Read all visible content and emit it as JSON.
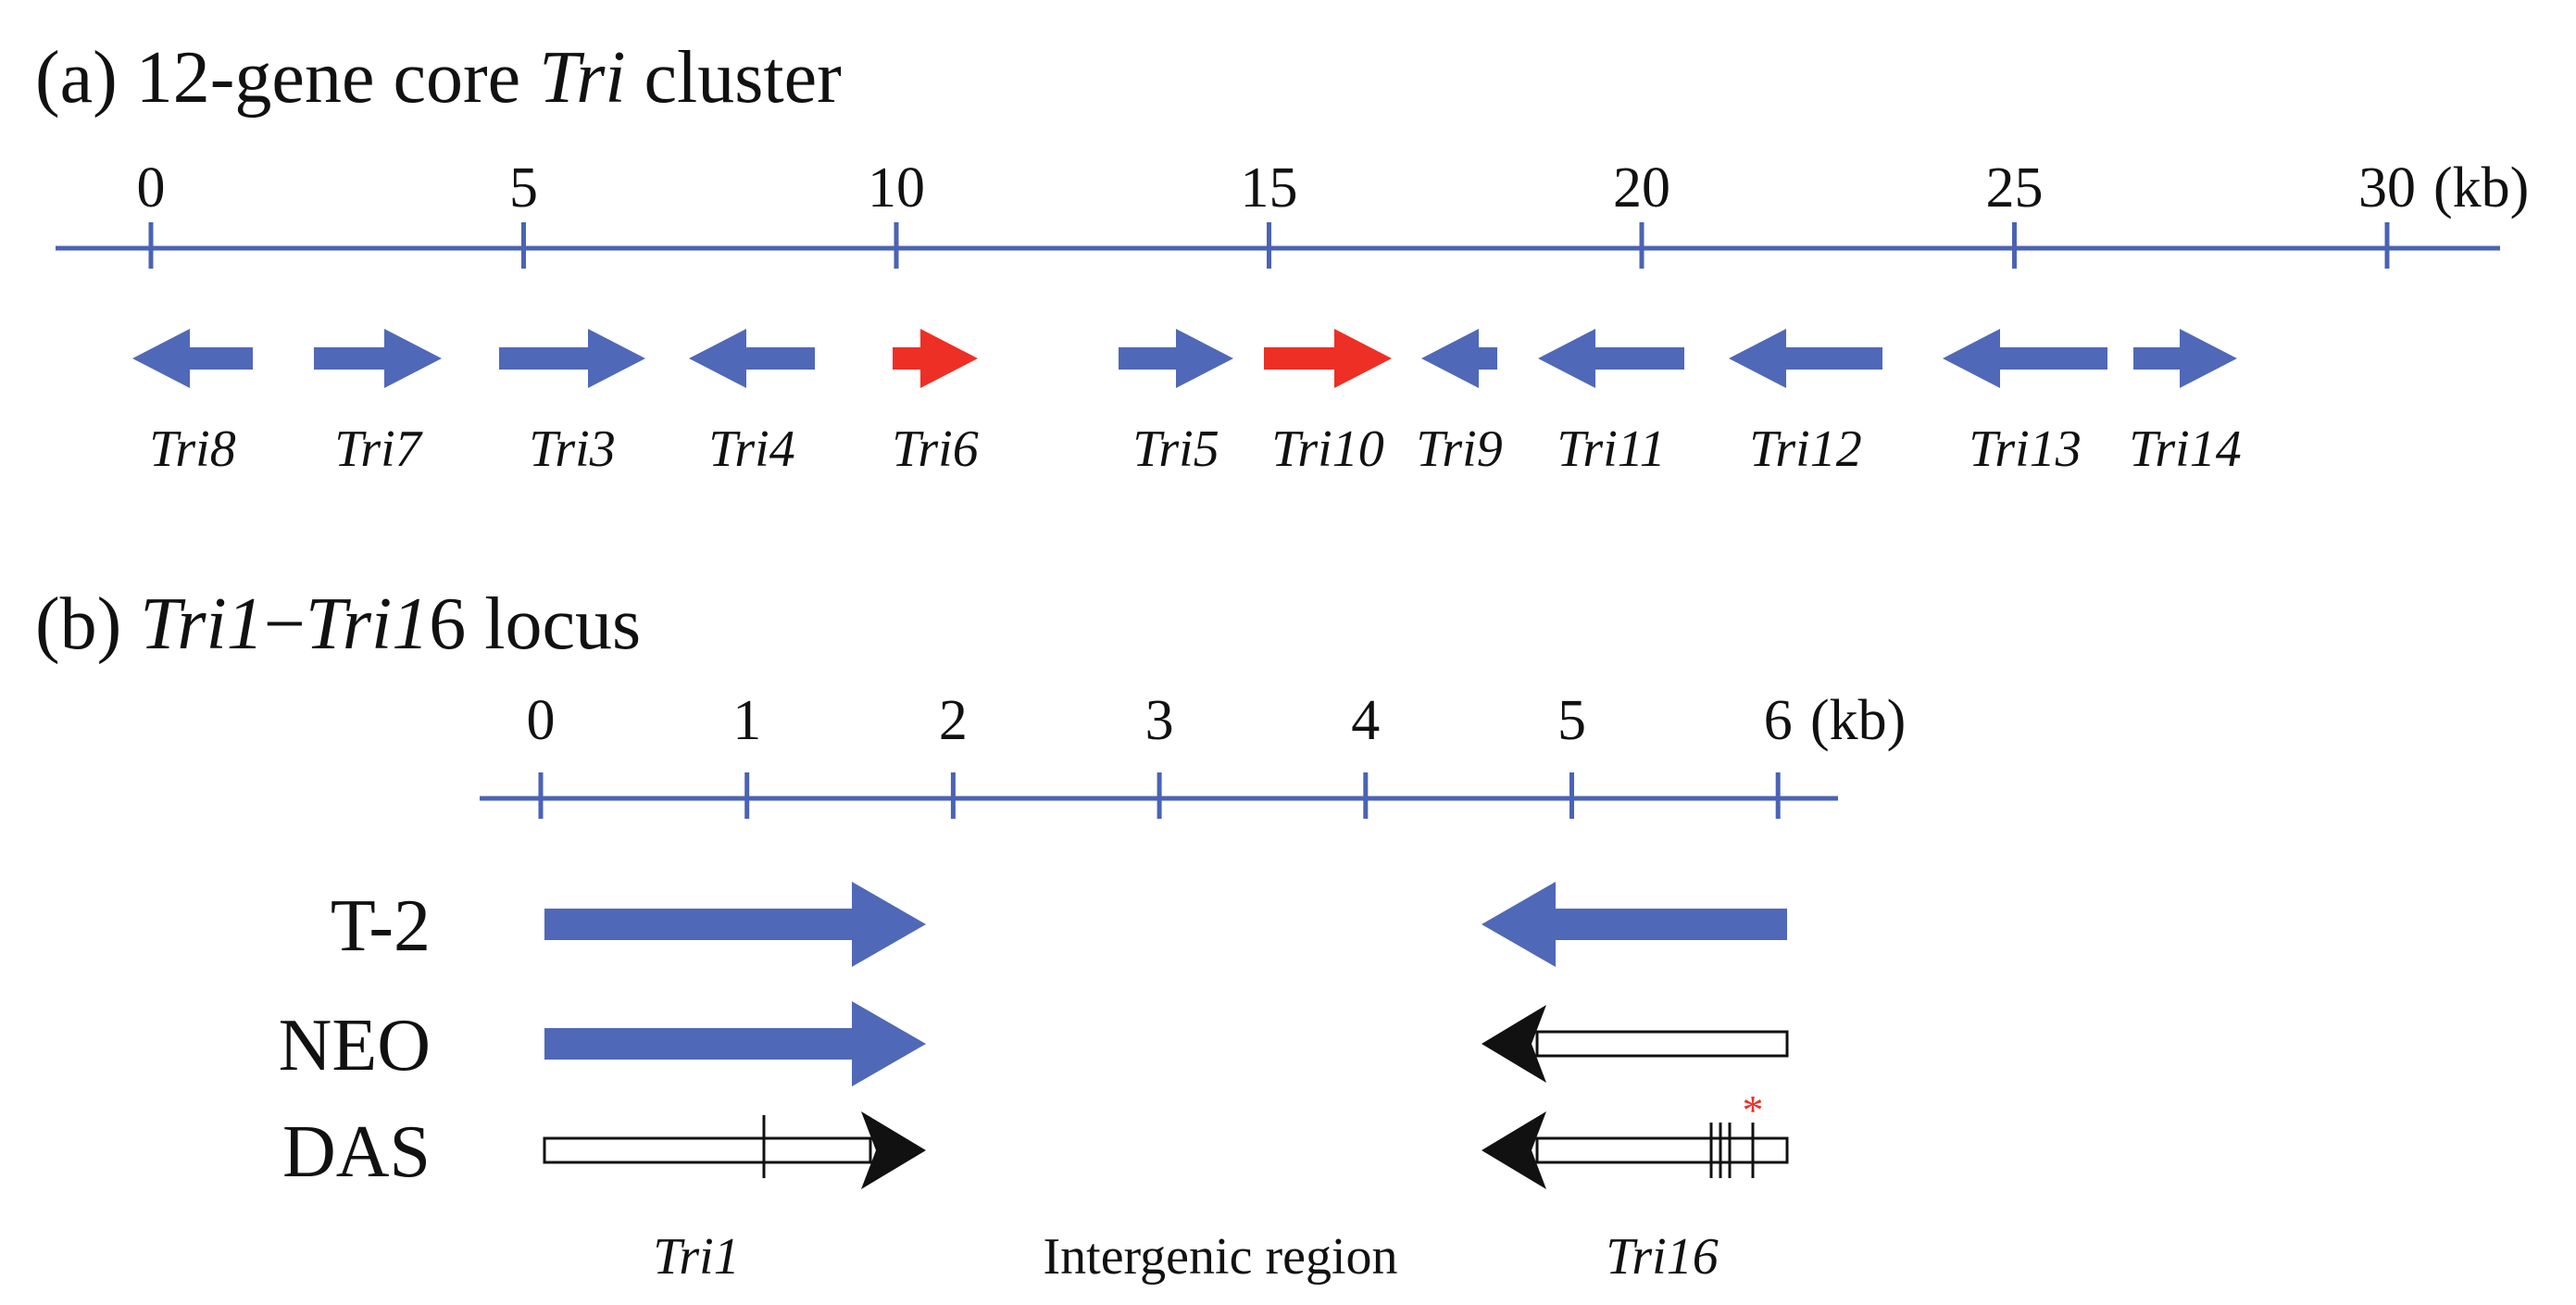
{
  "colors": {
    "axis": "#4a63b5",
    "gene": "#5068b8",
    "regulatory": "#ee2f25",
    "text": "#111111",
    "outline": "#111111",
    "mutation": "#ee2f25"
  },
  "panel_a": {
    "title_prefix": "(a) 12-gene core ",
    "title_italic": "Tri",
    "title_suffix": " cluster",
    "axis": {
      "ticks": [
        "0",
        "5",
        "10",
        "15",
        "20",
        "25",
        "30"
      ],
      "unit": "(kb)"
    },
    "genes": [
      {
        "name": "Tri8",
        "dir": "left",
        "regulatory": false
      },
      {
        "name": "Tri7",
        "dir": "right",
        "regulatory": false
      },
      {
        "name": "Tri3",
        "dir": "right",
        "regulatory": false
      },
      {
        "name": "Tri4",
        "dir": "left",
        "regulatory": false
      },
      {
        "name": "Tri6",
        "dir": "right",
        "regulatory": true
      },
      {
        "name": "Tri5",
        "dir": "right",
        "regulatory": false
      },
      {
        "name": "Tri10",
        "dir": "right",
        "regulatory": true
      },
      {
        "name": "Tri9",
        "dir": "left",
        "regulatory": false
      },
      {
        "name": "Tri11",
        "dir": "left",
        "regulatory": false
      },
      {
        "name": "Tri12",
        "dir": "left",
        "regulatory": false
      },
      {
        "name": "Tri13",
        "dir": "left",
        "regulatory": false
      },
      {
        "name": "Tri14",
        "dir": "right",
        "regulatory": false
      }
    ]
  },
  "panel_b": {
    "title_prefix": "(b) ",
    "title_italic_1": "Tri1",
    "title_dash": "−",
    "title_italic_2": "Tri1",
    "title_plain_6": "6",
    "title_suffix": " locus",
    "axis": {
      "ticks": [
        "0",
        "1",
        "2",
        "3",
        "4",
        "5",
        "6"
      ],
      "unit": "(kb)"
    },
    "rows": [
      {
        "label": "T-2",
        "tri1": "filled",
        "tri16": "filled"
      },
      {
        "label": "NEO",
        "tri1": "filled",
        "tri16": "open"
      },
      {
        "label": "DAS",
        "tri1": "open",
        "tri16": "open"
      }
    ],
    "mutation_mark": "*",
    "gene_labels": {
      "tri1": "Tri1",
      "region": "Intergenic region",
      "tri16": "Tri16"
    }
  }
}
